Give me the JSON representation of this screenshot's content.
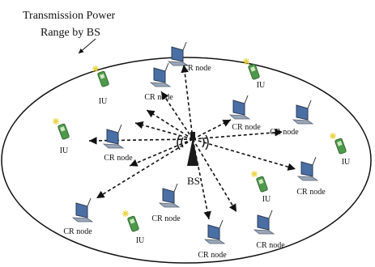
{
  "title_line1": "Transmission  Power",
  "title_line2": "Range by BS",
  "base_station": {
    "label": "BS"
  },
  "labels": {
    "cr_node": "CR node",
    "iu": "IU"
  },
  "nodes": [
    {
      "type": "cr",
      "label": "CR node"
    },
    {
      "type": "cr",
      "label": "CR node"
    },
    {
      "type": "cr",
      "label": "CR node"
    },
    {
      "type": "cr",
      "label": "CR node"
    },
    {
      "type": "cr",
      "label": "CR node"
    },
    {
      "type": "cr",
      "label": "CR node"
    },
    {
      "type": "cr",
      "label": "CR node"
    },
    {
      "type": "cr",
      "label": "CR node"
    },
    {
      "type": "cr",
      "label": "CR node"
    },
    {
      "type": "cr",
      "label": "CR node"
    },
    {
      "type": "iu",
      "label": "IU"
    },
    {
      "type": "iu",
      "label": "IU"
    },
    {
      "type": "iu",
      "label": "IU"
    },
    {
      "type": "iu",
      "label": "IU"
    },
    {
      "type": "iu",
      "label": "IU"
    },
    {
      "type": "iu",
      "label": "IU"
    }
  ],
  "icons": {
    "cr_node": "laptop-icon",
    "iu": "mobile-phone-icon",
    "base_station": "antenna-tower-icon"
  },
  "colors": {
    "ellipse_stroke": "#111111",
    "laptop_screen": "#4a6fa5",
    "laptop_body": "#9aa7b8",
    "phone_body": "#4d9a4a",
    "phone_signal": "#e8d23a",
    "tower": "#1a1a1a"
  }
}
